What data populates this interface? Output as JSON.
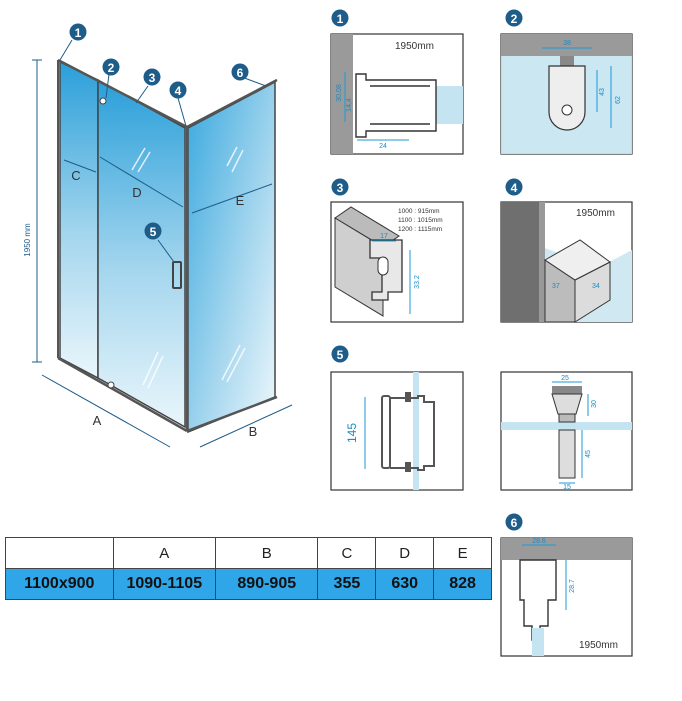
{
  "callouts": [
    "1",
    "2",
    "3",
    "4",
    "5",
    "6"
  ],
  "main": {
    "height_label": "1950 mm",
    "dims": {
      "a": "A",
      "b": "B",
      "c": "C",
      "d": "D",
      "e": "E"
    }
  },
  "details": {
    "d1": {
      "label": "1950mm",
      "v1": "30,08",
      "v2": "14,4",
      "h1": "24"
    },
    "d2": {
      "h1": "38",
      "v1": "43",
      "v2": "62"
    },
    "d3": {
      "sizes": [
        "1000 : 915mm",
        "1100 : 1015mm",
        "1200 : 1115mm"
      ],
      "h1": "17",
      "v1": "33.2"
    },
    "d4": {
      "label": "1950mm",
      "a": "37",
      "b": "34"
    },
    "d5": {
      "v1": "145"
    },
    "d5b": {
      "h1": "25",
      "v1": "30",
      "v2": "45",
      "h2": "15"
    },
    "d6": {
      "h1": "28.6",
      "v1": "28.7",
      "label": "1950mm"
    }
  },
  "table": {
    "headers": [
      "",
      "A",
      "B",
      "C",
      "D",
      "E"
    ],
    "rows": [
      [
        "1100x900",
        "1090-1105",
        "890-905",
        "355",
        "630",
        "828"
      ]
    ]
  },
  "colors": {
    "glass": "#bfe3f3",
    "accent": "#2ea6e8",
    "callout": "#1e5c8a"
  }
}
